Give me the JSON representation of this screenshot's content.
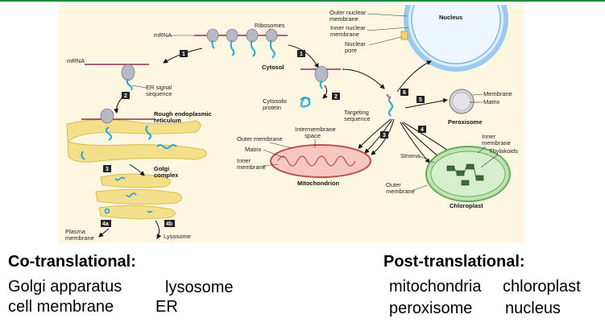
{
  "figure": {
    "labels": {
      "mrna_top": "mRNA",
      "ribosomes": "Ribosomes",
      "mrna_left": "mRNA",
      "er_signal": "ER signal",
      "er_signal2": "sequence",
      "rough_er": "Rough endoplasmic",
      "rough_er2": "reticulum",
      "golgi": "Golgi",
      "golgi2": "complex",
      "cytosol": "Cytosol",
      "cytosolic": "Cytosolic",
      "cytosolic2": "protein",
      "outer_nuc": "Outer nuclear",
      "outer_nuc2": "membrane",
      "inner_nuc": "Inner nuclear",
      "inner_nuc2": "membrane",
      "nuclear_pore": "Nuclear",
      "nuclear_pore2": "pore",
      "nucleus": "Nucleus",
      "membrane": "Membrane",
      "matrix_p": "Matrix",
      "peroxisome": "Peroxisome",
      "targeting": "Targeting",
      "targeting2": "sequence",
      "intermembrane": "Intermembrane",
      "intermembrane2": "space",
      "outer_membrane": "Outer membrane",
      "matrix_m": "Matrix",
      "inner_membrane": "Inner",
      "inner_membrane2": "membrane",
      "mitochondrion": "Mitochondrion",
      "inner_c": "Inner",
      "inner_c2": "membrane",
      "thylakoids": "Thylakoids",
      "stroma": "Stroma",
      "outer_c": "Outer",
      "outer_c2": "membrane",
      "chloroplast": "Chloroplast",
      "plasma": "Plasma",
      "plasma2": "membrane",
      "lysosome": "Lysosome"
    },
    "steps": {
      "s1a": "1",
      "s1b": "1",
      "s2a": "2",
      "s2b": "2",
      "s3a": "3",
      "s3b": "3",
      "s4": "4",
      "s5": "5",
      "s6": "6",
      "s4a": "4a",
      "s4b": "4b"
    }
  },
  "co_translational": {
    "heading": "Co-translational:",
    "items": [
      "Golgi apparatus",
      "lysosome",
      "cell membrane",
      "ER"
    ]
  },
  "post_translational": {
    "heading": "Post-translational:",
    "items": [
      "mitochondria",
      "chloroplast",
      "peroxisome",
      "nucleus"
    ]
  },
  "colors": {
    "accent_bar": "#1e8a3a",
    "figure_bg": "#fdf6e1",
    "protein": "#2aa7d9",
    "er_golgi": "#f4e08a",
    "mitochondrion": "#f6c8c0",
    "chloroplast": "#bfe3b4",
    "nucleus": "#dcefff"
  }
}
